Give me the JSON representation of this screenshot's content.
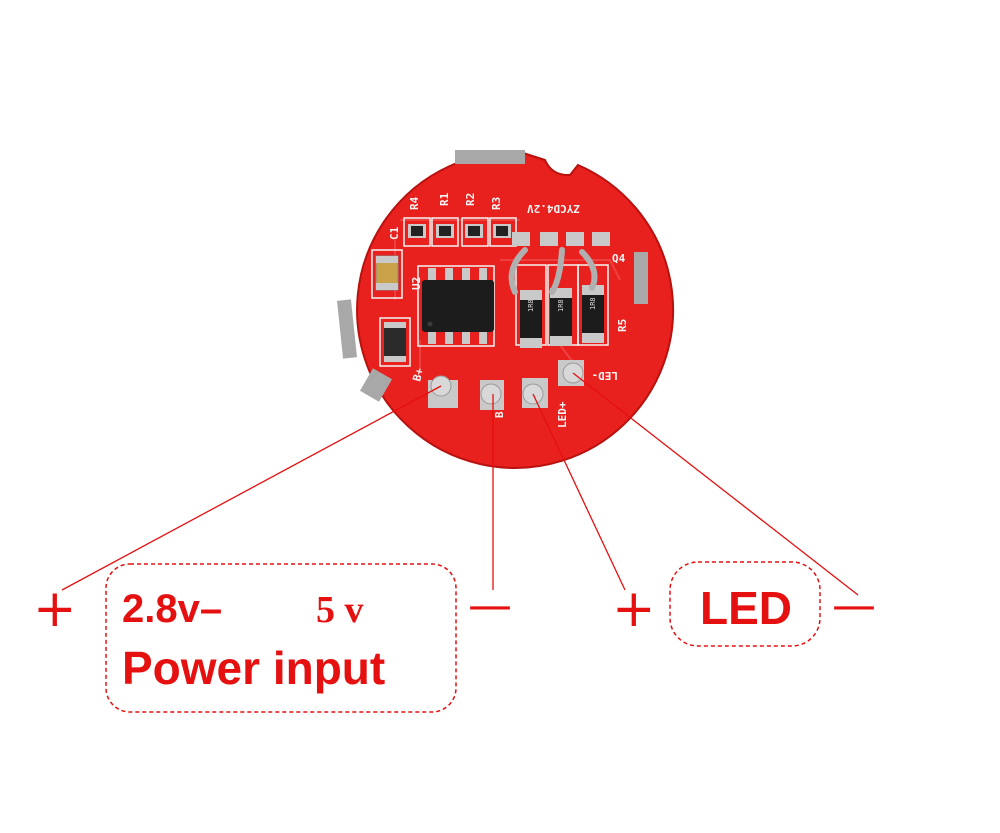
{
  "board": {
    "model_marking": "ZYCD4.2V",
    "silkscreen": {
      "r4": "R4",
      "r1": "R1",
      "r2": "R2",
      "r3": "R3",
      "c1": "C1",
      "u2": "U2",
      "q4": "Q4",
      "r5": "R5",
      "b_plus": "B+",
      "b_minus": "B-",
      "led_plus": "LED+",
      "led_minus": "LED-"
    },
    "resistor_marking": "1R8",
    "colors": {
      "pcb": "#e8201e",
      "pad": "#c9c9c9",
      "chip": "#1c1c1c",
      "label": "#e51010"
    }
  },
  "annotations": {
    "power_plus_sign": "+",
    "power_label_line1_a": "2.8v–",
    "power_label_line1_b": "5 v",
    "power_label_line2": "Power input",
    "power_minus_sign": "—",
    "led_plus_sign": "+",
    "led_label": "LED",
    "led_minus_sign": "—"
  }
}
